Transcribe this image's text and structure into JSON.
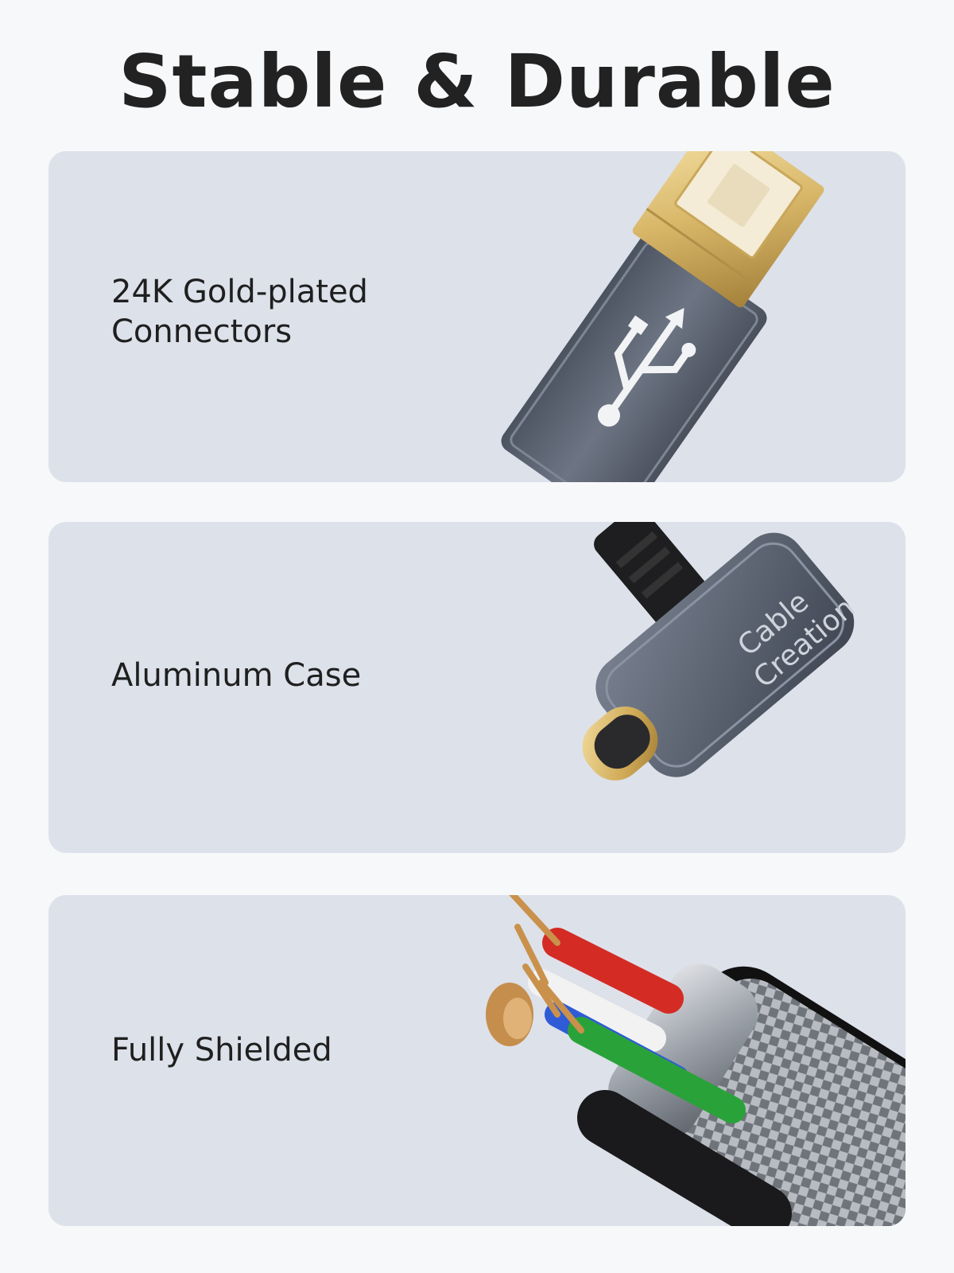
{
  "title": "Stable & Durable",
  "features": [
    {
      "label": "24K Gold-plated Connectors",
      "icon": "usb-b-connector-icon"
    },
    {
      "label": "Aluminum Case",
      "icon": "usb-c-connector-icon",
      "brand_text": "Cable Creation"
    },
    {
      "label": "Fully Shielded",
      "icon": "shielded-cable-cross-section-icon"
    }
  ],
  "colors": {
    "background": "#f7f8fa",
    "card": "#dde1ea",
    "text": "#1f1f1f",
    "aluminum": "#5f6775",
    "gold": "#d9b86a"
  }
}
